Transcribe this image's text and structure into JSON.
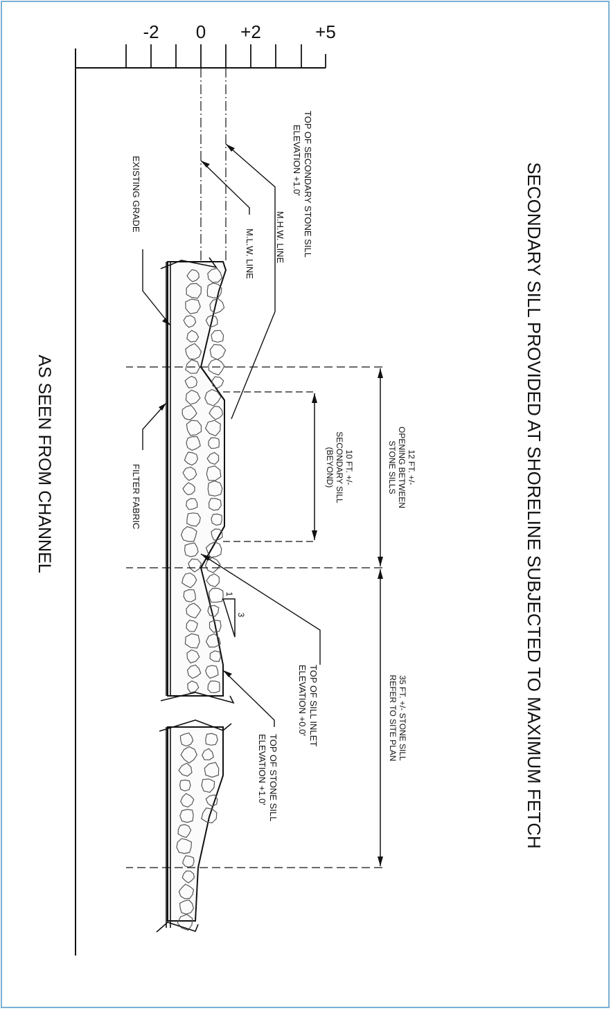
{
  "title": "SECONDARY SILL PROVIDED AT SHORELINE SUBJECTED TO MAXIMUM FETCH",
  "subtitle": "AS SEEN FROM CHANNEL",
  "scale": {
    "ticks": [
      "+5",
      "+2",
      "0",
      "-2"
    ]
  },
  "labels": {
    "secondary_sill_top": [
      "TOP OF SECONDARY STONE SILL",
      "ELEVATION +1.0'"
    ],
    "mhw": "M.H.W. LINE",
    "mlw": "M.L.W. LINE",
    "existing_grade": "EXISTING GRADE",
    "filter_fabric": "FILTER FABRIC",
    "sill_inlet_top": [
      "TOP OF SILL INLET",
      "ELEVATION +0.0'"
    ],
    "stone_sill_top": [
      "TOP OF STONE SILL",
      "ELEVATION +1.0'"
    ],
    "slope_h": "1",
    "slope_v": "3"
  },
  "dimensions": {
    "opening": [
      "12 FT. +/-",
      "OPENING BETWEEN",
      "STONE SILLS"
    ],
    "secondary_sill": [
      "10 FT. +/-",
      "SECONDARY SILL",
      "(BEYOND)"
    ],
    "stone_sill": [
      "35 FT. +/- STONE SILL",
      "REFER TO SITE PLAN"
    ]
  },
  "colors": {
    "ink": "#111111",
    "stone": "#555555",
    "frame": "#7ab0d4"
  }
}
